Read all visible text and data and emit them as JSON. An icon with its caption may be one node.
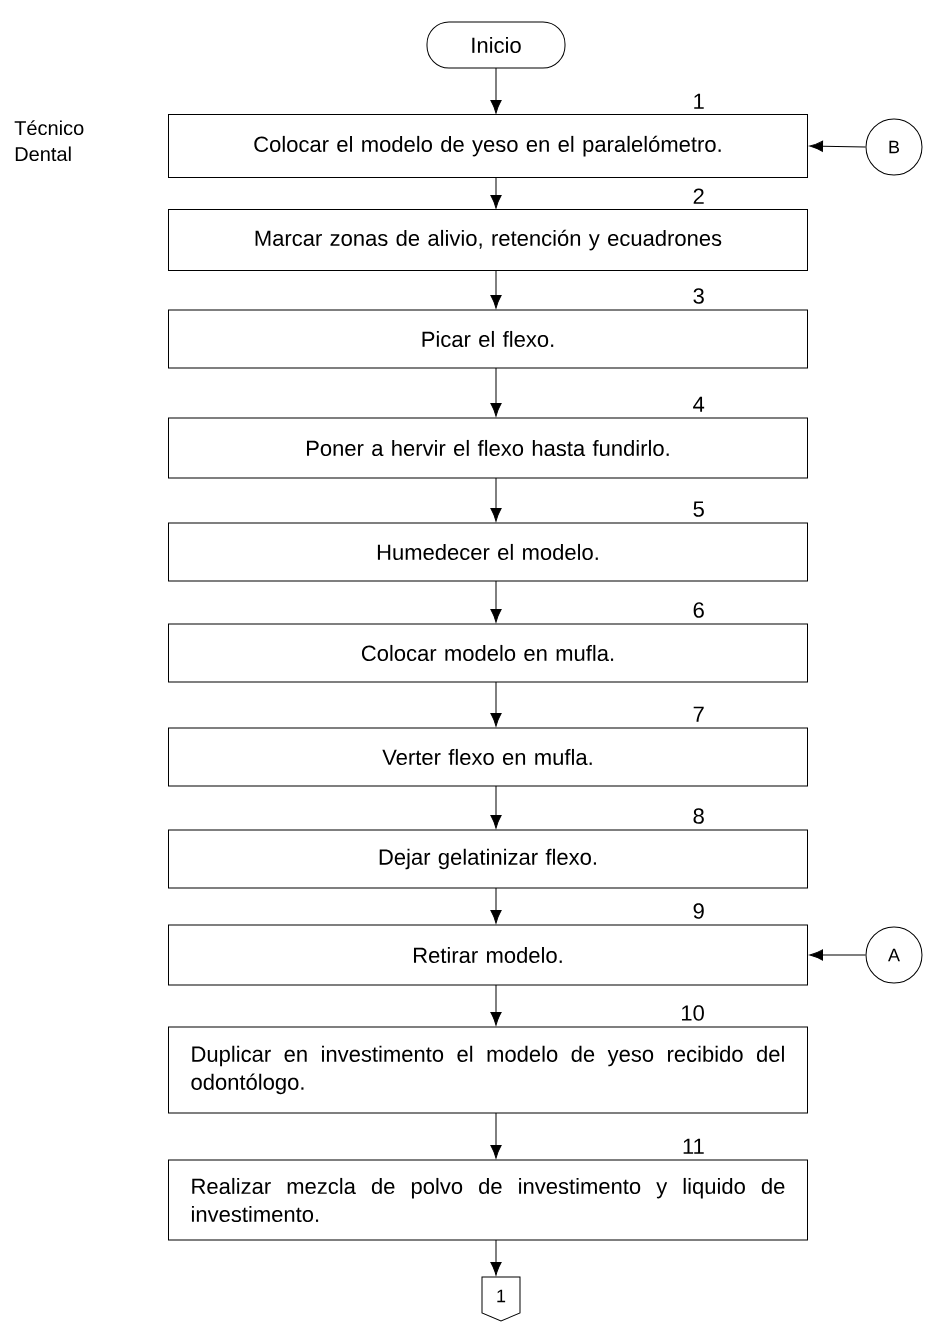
{
  "diagram": {
    "nodes": [
      {
        "text": [
          "Inicio"
        ]
      },
      {
        "text": [
          "Colocar el modelo de yeso en el paralelómetro."
        ],
        "beside": [
          "1"
        ]
      },
      {
        "text": [
          "Marcar zonas de alivio, retención y ecuadrones"
        ],
        "beside": [
          "2"
        ]
      },
      {
        "text": [
          "Picar el flexo."
        ],
        "beside": [
          "3"
        ]
      },
      {
        "text": [
          "Poner a hervir el flexo hasta fundirlo."
        ],
        "beside": [
          "4"
        ]
      },
      {
        "text": [
          "Humedecer el modelo."
        ],
        "beside": [
          "5"
        ]
      },
      {
        "text": [
          "Colocar modelo en mufla."
        ],
        "beside": [
          "6"
        ]
      },
      {
        "text": [
          "Verter flexo en mufla."
        ],
        "beside": [
          "7"
        ]
      },
      {
        "text": [
          "Dejar gelatinizar flexo."
        ],
        "beside": [
          "8"
        ]
      },
      {
        "text": [
          "Retirar modelo."
        ],
        "beside": [
          "9"
        ]
      },
      {
        "text": [
          "Duplicar en investimento el modelo de yeso recibido del odontólogo."
        ],
        "beside": [
          "10"
        ]
      },
      {
        "text": [
          "Realizar mezcla de polvo de investimento y liquido de investimento."
        ],
        "beside": [
          "11"
        ]
      },
      {
        "text": [
          "1"
        ]
      },
      {
        "text": [
          "B"
        ]
      },
      {
        "text": [
          "A"
        ]
      }
    ],
    "edges": [
      {
        "from": 0,
        "to": 1,
        "arrow": "to"
      },
      {
        "from": 1,
        "to": 2,
        "arrow": "to"
      },
      {
        "from": 2,
        "to": 3,
        "arrow": "to"
      },
      {
        "from": 3,
        "to": 4,
        "arrow": "to"
      },
      {
        "from": 4,
        "to": 5,
        "arrow": "to"
      },
      {
        "from": 5,
        "to": 6,
        "arrow": "to"
      },
      {
        "from": 6,
        "to": 7,
        "arrow": "to"
      },
      {
        "from": 7,
        "to": 8,
        "arrow": "to"
      },
      {
        "from": 8,
        "to": 9,
        "arrow": "to"
      },
      {
        "from": 9,
        "to": 10,
        "arrow": "to"
      },
      {
        "from": 10,
        "to": 11,
        "arrow": "to"
      },
      {
        "from": 11,
        "to": 12,
        "arrow": "to"
      },
      {
        "from": 13,
        "to": 1,
        "arrow": "to"
      },
      {
        "from": 14,
        "to": 9,
        "arrow": "to"
      }
    ],
    "labels": [
      "Técnico Dental"
    ]
  }
}
